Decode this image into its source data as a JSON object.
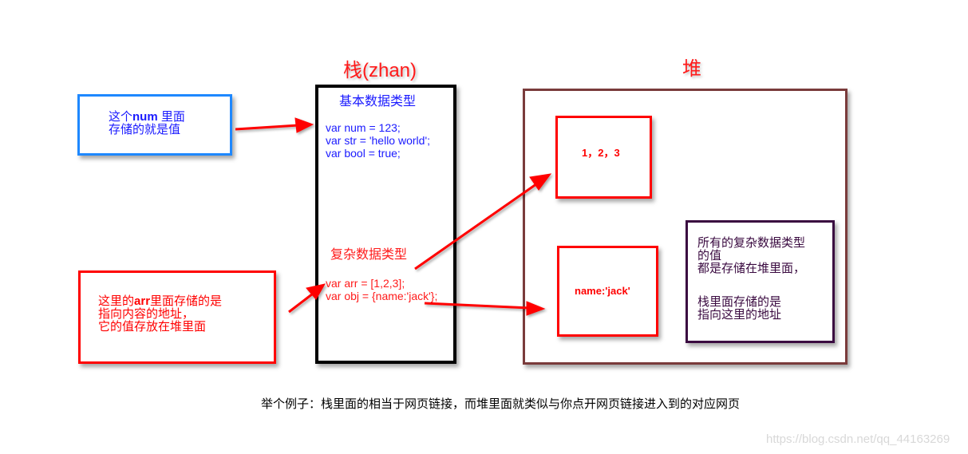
{
  "stack": {
    "title": "栈(zhan)",
    "primitive_heading": "基本数据类型",
    "primitive_lines": [
      "var num = 123;",
      "var str = 'hello world';",
      "var bool = true;"
    ],
    "complex_heading": "复杂数据类型",
    "complex_lines": [
      "var arr = [1,2,3];",
      "var obj = {name:'jack'};"
    ]
  },
  "heap": {
    "title": "堆",
    "array_value": "1，2，3",
    "object_value": "name:'jack'",
    "note_lines": [
      "所有的复杂数据类型",
      "的值",
      "都是存储在堆里面，",
      "",
      "栈里面存储的是",
      "指向这里的地址"
    ]
  },
  "callouts": {
    "num_note": {
      "prefix": "这个",
      "bold": "num",
      "suffix": " 里面",
      "line2": "存储的就是值"
    },
    "arr_note": {
      "prefix": "这里的",
      "bold": "arr",
      "suffix": "里面存储的是",
      "line2": "指向内容的地址，",
      "line3": "它的值存放在堆里面"
    }
  },
  "caption": "举个例子：栈里面的相当于网页链接，而堆里面就类似与你点开网页链接进入到的对应网页",
  "watermark": "https://blog.csdn.net/qq_44163269",
  "colors": {
    "blue_text": "#1a1aff",
    "red": "#ff0000",
    "blue_border": "#1e88ff",
    "stack_border": "#000000",
    "heap_border": "#7a3b3b",
    "note_border": "#3a0a40"
  }
}
